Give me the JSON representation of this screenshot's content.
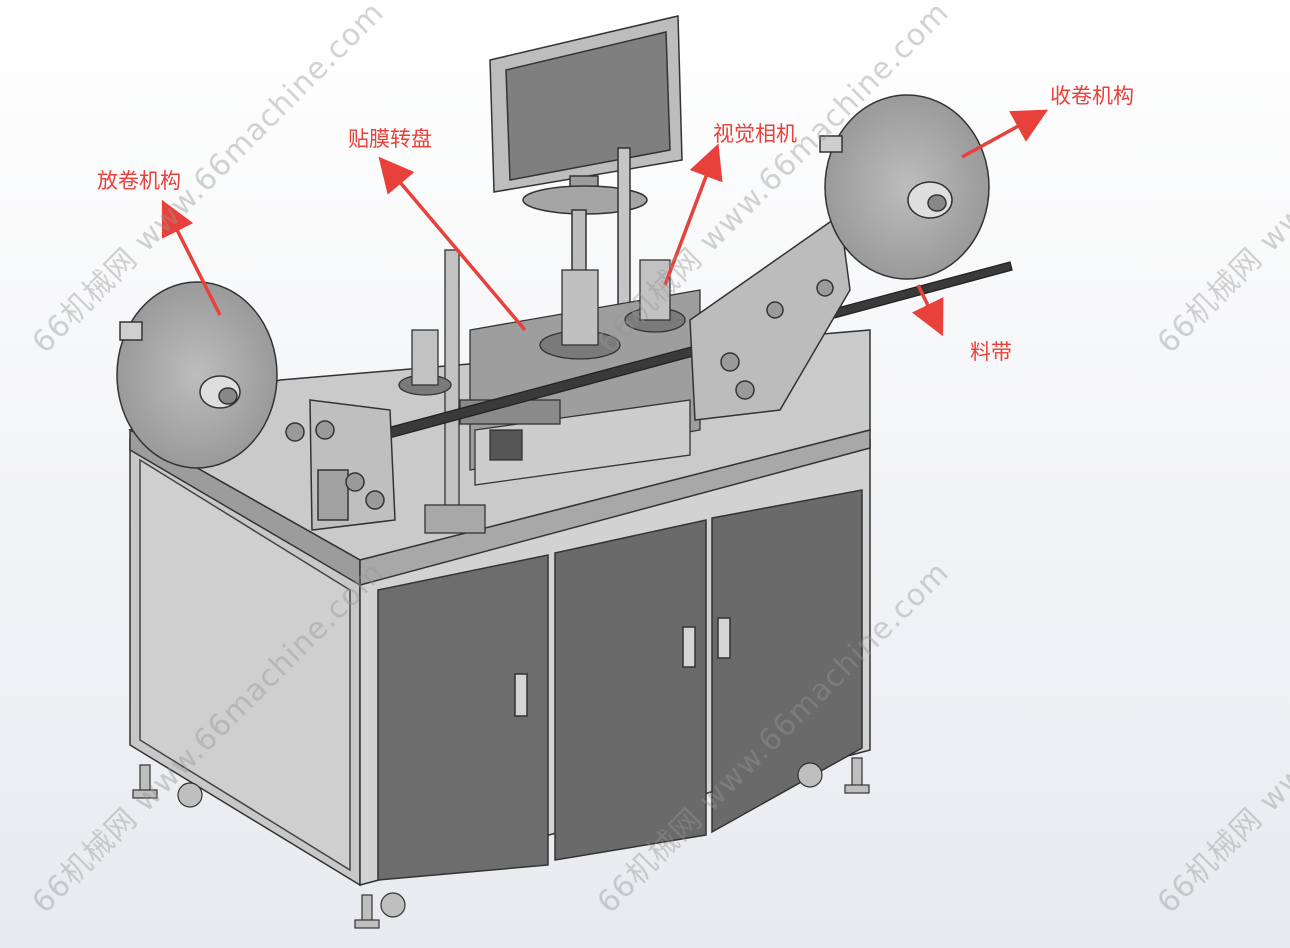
{
  "labels": {
    "unwind": "放卷机构",
    "turntable": "贴膜转盘",
    "camera": "视觉相机",
    "rewind": "收卷机构",
    "tape": "料带"
  },
  "watermark": "66机械网 www.66machine.com",
  "colors": {
    "annotation": "#e8403a",
    "cabinet": "#6b6b6b",
    "frame": "#c9c9c9",
    "table_top": "#8e8e8e",
    "reel": "#a5a5a5"
  }
}
